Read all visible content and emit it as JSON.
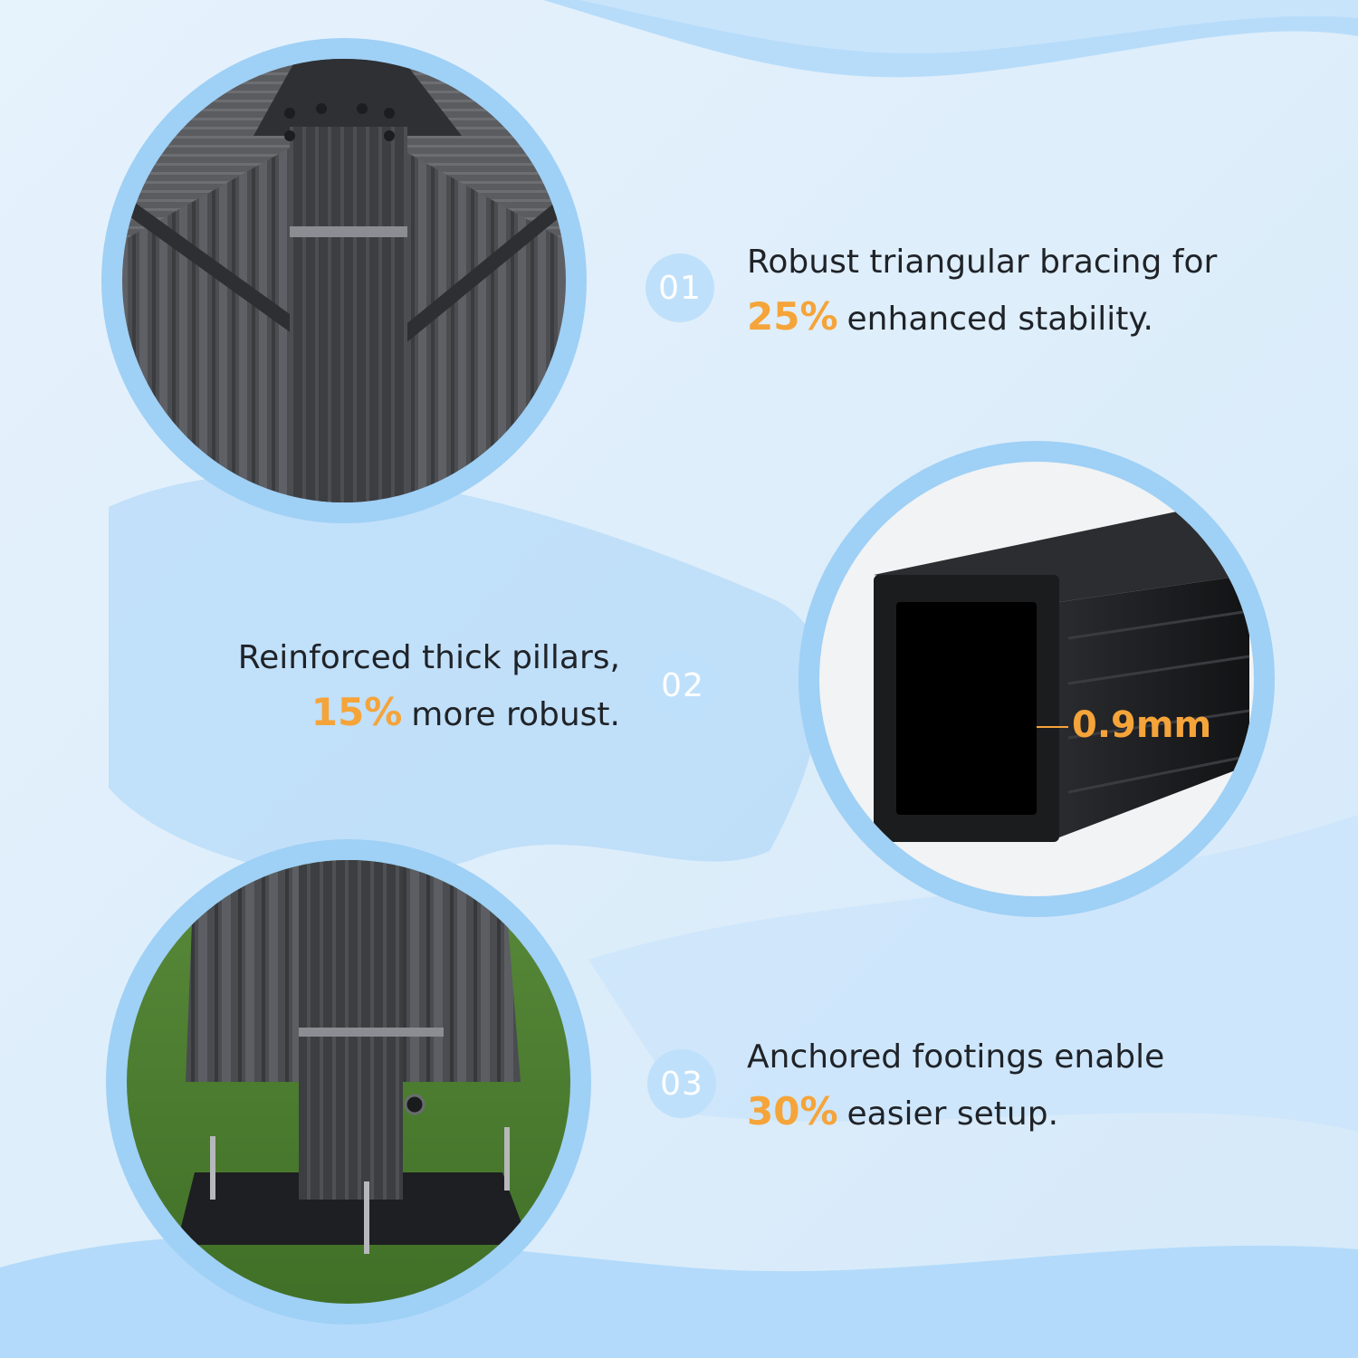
{
  "features": [
    {
      "number": "01",
      "line1": "Robust triangular bracing for",
      "highlight": "25%",
      "line2": "enhanced stability."
    },
    {
      "number": "02",
      "line1": "Reinforced thick pillars,",
      "highlight": "15%",
      "line2": "more robust."
    },
    {
      "number": "03",
      "line1": "Anchored footings enable",
      "highlight": "30%",
      "line2": "easier setup."
    }
  ],
  "tube_thickness_label": "0.9mm",
  "colors": {
    "accent": "#f5a43a",
    "badge": "#bfe0fb",
    "ring": "#9fd0f6",
    "text": "#1f2328",
    "background": "#dcecfa"
  },
  "images": [
    {
      "name": "triangular-bracing-photo",
      "subject": "gazebo roof corner with triangular braces"
    },
    {
      "name": "pillar-cross-section-photo",
      "subject": "square aluminum tube cross-section"
    },
    {
      "name": "anchored-footing-photo",
      "subject": "gazebo pillar base plate on grass"
    }
  ]
}
